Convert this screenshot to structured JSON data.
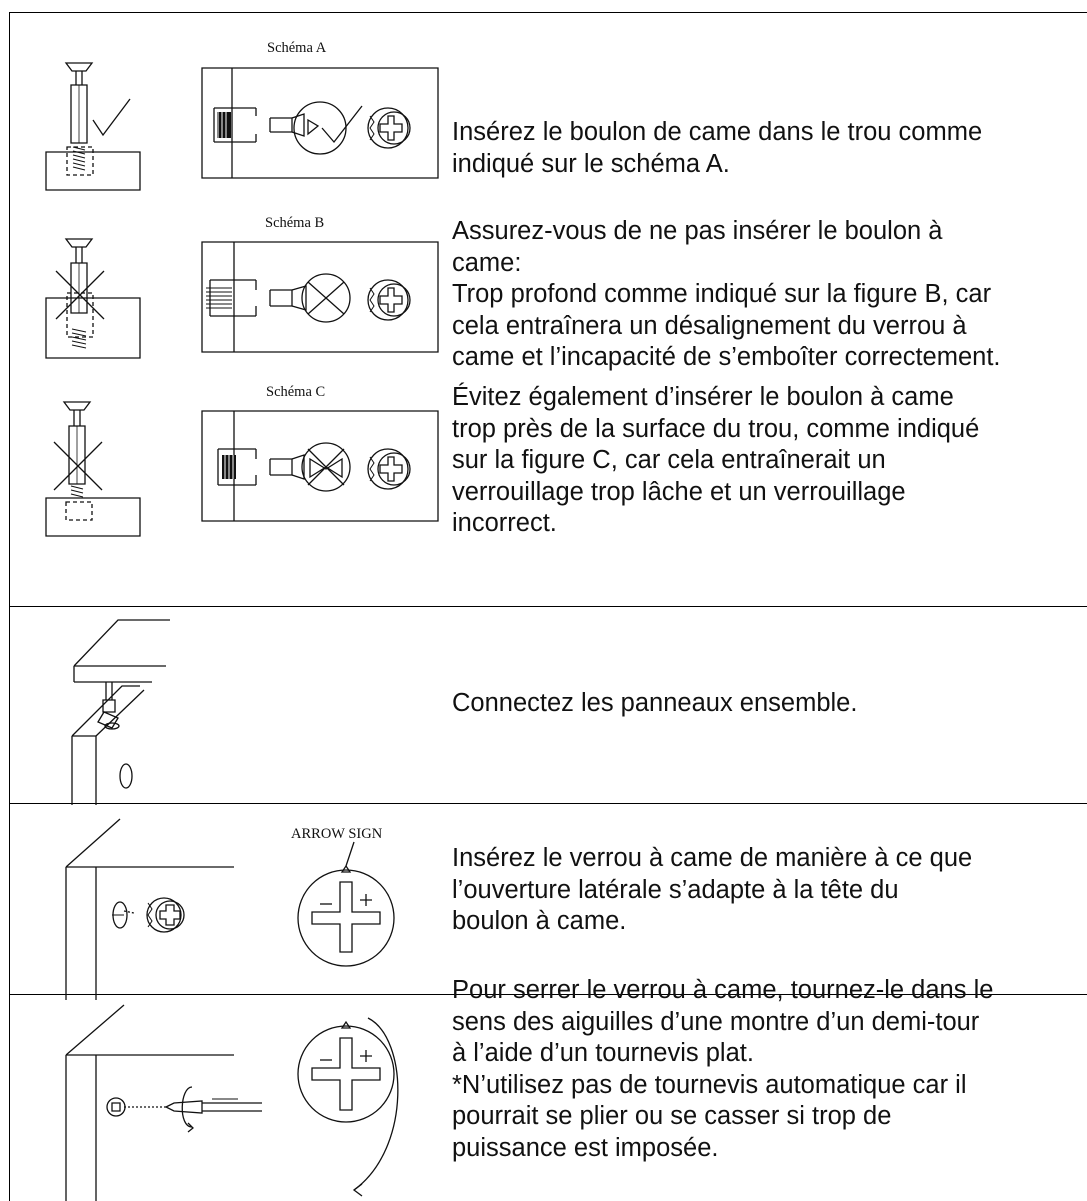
{
  "steps": {
    "diagram_labels": {
      "a": "Schéma A",
      "b": "Schéma B",
      "c": "Schéma C",
      "arrow_sign": "ARROW SIGN"
    },
    "step1": {
      "a": [
        "Insérez le boulon de came dans le trou comme",
        "indiqué sur le schéma A."
      ],
      "b": [
        "Assurez-vous de ne pas insérer le boulon à",
        "came:",
        "Trop profond comme indiqué sur la figure B, car",
        "cela entraînera un désalignement du verrou à",
        "came et l’incapacité de s’emboîter correctement."
      ],
      "c": [
        "Évitez également d’insérer le boulon à came",
        "trop près de la surface du trou, comme indiqué",
        "sur la figure C, car cela entraînerait un",
        "verrouillage trop lâche et un verrouillage",
        "incorrect."
      ]
    },
    "step2": [
      "Connectez les panneaux ensemble."
    ],
    "step3": [
      "Insérez le verrou à came de manière à ce que",
      "l’ouverture latérale s’adapte à la tête du",
      "boulon à came."
    ],
    "step4": [
      "Pour serrer le verrou à came, tournez-le dans le",
      "sens des aiguilles d’une montre d’un demi-tour",
      "à l’aide d’un tournevis plat.",
      "*N’utilisez pas de tournevis automatique car il",
      "pourrait se plier ou se casser si trop de",
      "puissance est imposée."
    ]
  }
}
